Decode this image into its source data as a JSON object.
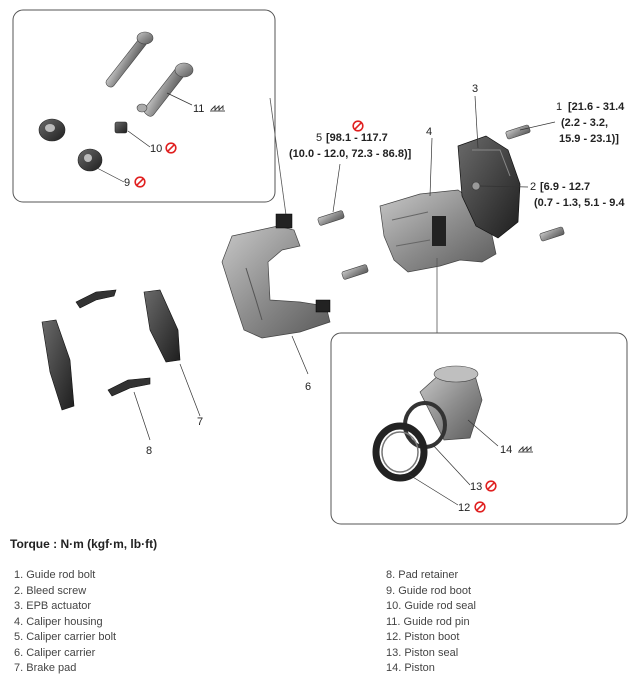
{
  "callouts": {
    "c1": "1",
    "c1_t1": "[21.6 - 31.4",
    "c1_t2": "(2.2 - 3.2,",
    "c1_t3": "15.9 - 23.1)]",
    "c2": "2",
    "c2_t1": "[6.9 - 12.7",
    "c2_t2": "(0.7 - 1.3, 5.1 - 9.4",
    "c3": "3",
    "c4": "4",
    "c5": "5",
    "c5_t1": "[98.1 - 117.7",
    "c5_t2": "(10.0 - 12.0, 72.3 - 86.8)]",
    "c6": "6",
    "c7": "7",
    "c8": "8",
    "c9": "9",
    "c10": "10",
    "c11": "11",
    "c12": "12",
    "c13": "13",
    "c14": "14"
  },
  "torque_title": "Torque : N·m (kgf·m, lb·ft)",
  "legend_left": [
    "1. Guide rod bolt",
    "2. Bleed screw",
    "3. EPB actuator",
    "4. Caliper housing",
    "5. Caliper carrier bolt",
    "6. Caliper carrier",
    "7. Brake pad"
  ],
  "legend_right": [
    "8. Pad retainer",
    "9. Guide rod boot",
    "10. Guide rod seal",
    "11. Guide rod pin",
    "12. Piston boot",
    "13. Piston seal",
    "14. Piston"
  ],
  "colors": {
    "no_reuse": "#e02020",
    "line": "#333333",
    "part_fill": "#8e8e8e"
  },
  "icons": {
    "no_reuse": "no-reuse-icon",
    "grease": "grease-icon"
  }
}
